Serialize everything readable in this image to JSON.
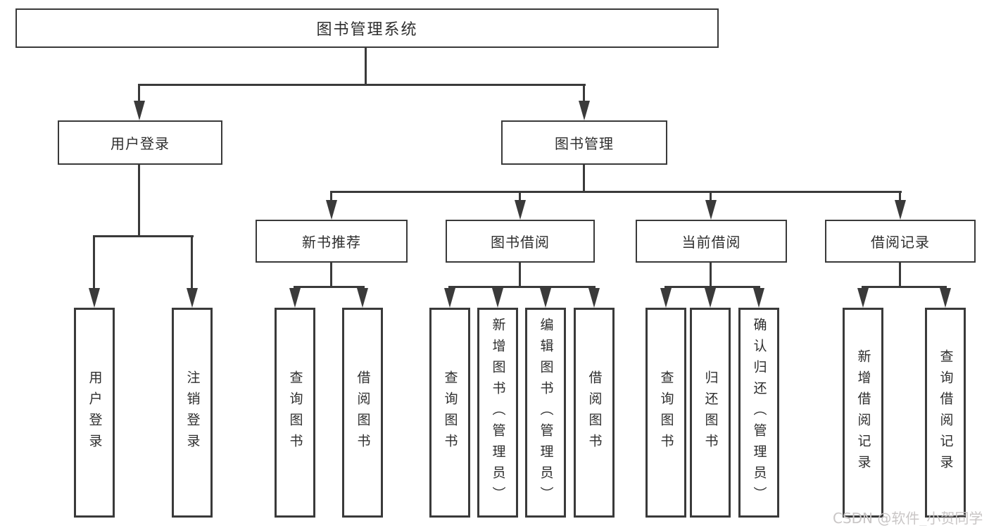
{
  "tree": {
    "label": "图书管理系统",
    "children": [
      {
        "label": "用户登录",
        "children": [
          {
            "label": "用户登录"
          },
          {
            "label": "注销登录"
          }
        ]
      },
      {
        "label": "图书管理",
        "children": [
          {
            "label": "新书推荐",
            "children": [
              {
                "label": "查询图书"
              },
              {
                "label": "借阅图书"
              }
            ]
          },
          {
            "label": "图书借阅",
            "children": [
              {
                "label": "查询图书"
              },
              {
                "label": "新增图书（管理员）"
              },
              {
                "label": "编辑图书（管理员）"
              },
              {
                "label": "借阅图书"
              }
            ]
          },
          {
            "label": "当前借阅",
            "children": [
              {
                "label": "查询图书"
              },
              {
                "label": "归还图书"
              },
              {
                "label": "确认归还（管理员）"
              }
            ]
          },
          {
            "label": "借阅记录",
            "children": [
              {
                "label": "新增借阅记录"
              },
              {
                "label": "查询借阅记录"
              }
            ]
          }
        ]
      }
    ]
  },
  "watermark": "CSDN @软件_小贺同学",
  "colors": {
    "line": "#3a3a3a",
    "text": "#2e2e2e",
    "box_bg": "#ffffff",
    "page_bg": "#ffffff",
    "watermark": "#c9c6c6"
  }
}
